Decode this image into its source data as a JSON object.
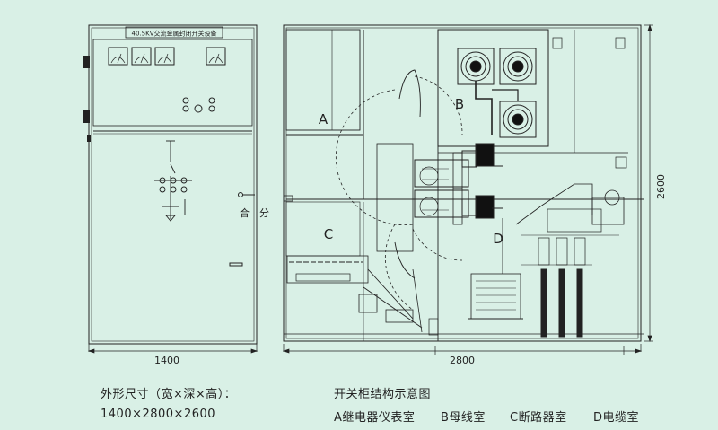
{
  "front_panel": {
    "nameplate": "40.5KV交流金属封闭开关设备",
    "switch_label_close": "合",
    "switch_label_open": "分",
    "width_dim": "1400"
  },
  "side_view": {
    "compartments": {
      "a": "A",
      "b": "B",
      "c": "C",
      "d": "D"
    },
    "depth_dim": "2800",
    "height_dim": "2600"
  },
  "caption": {
    "dims_title": "外形尺寸（宽×深×高）：",
    "dims_value": "1400×2800×2600",
    "diagram_title": "开关柜结构示意图",
    "legend": [
      "A继电器仪表室",
      "B母线室",
      "C断路器室",
      "D电缆室"
    ]
  },
  "colors": {
    "background": "#d9f0e6",
    "line": "#222222",
    "fill_dark": "#111111"
  }
}
